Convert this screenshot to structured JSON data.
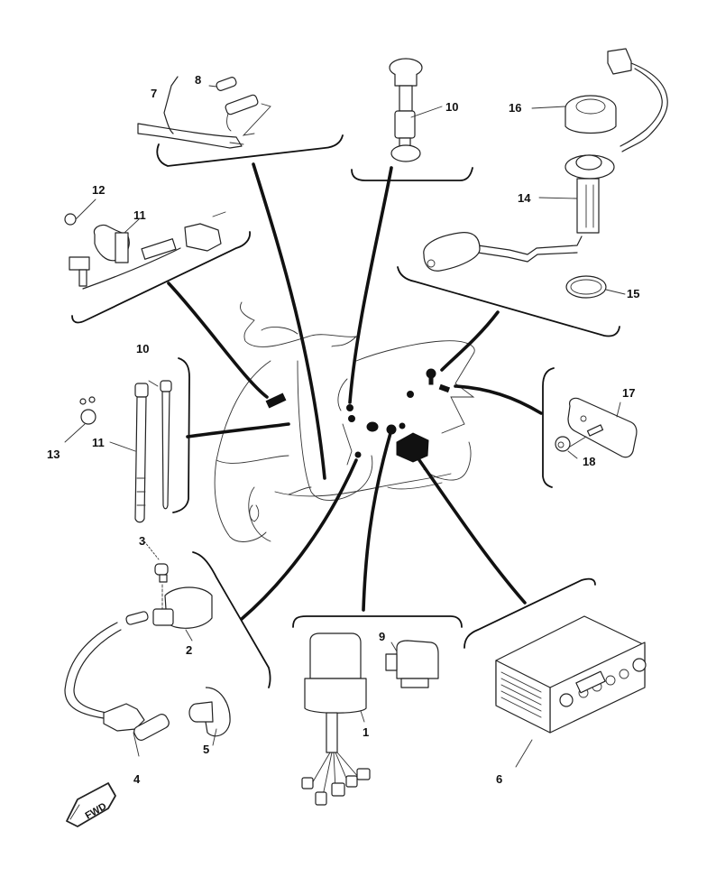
{
  "diagram": {
    "title": "Electrical parts exploded view (scooter)",
    "direction_badge": {
      "label": "FWD",
      "icon": "forward-arrow-icon"
    },
    "callouts": [
      {
        "id": "c1",
        "number": "1",
        "part": "relay-unit-with-harness"
      },
      {
        "id": "c2",
        "number": "2",
        "part": "ignition-coil"
      },
      {
        "id": "c3",
        "number": "3",
        "part": "bolt"
      },
      {
        "id": "c4",
        "number": "4",
        "part": "spark-plug-cap"
      },
      {
        "id": "c5",
        "number": "5",
        "part": "spark-plug-cover"
      },
      {
        "id": "c6",
        "number": "6",
        "part": "battery"
      },
      {
        "id": "c7",
        "number": "7",
        "part": "wire-harness"
      },
      {
        "id": "c8",
        "number": "8",
        "part": "connector-sleeve"
      },
      {
        "id": "c9",
        "number": "9",
        "part": "relay"
      },
      {
        "id": "c10a",
        "number": "10",
        "part": "fuel-sender-plug"
      },
      {
        "id": "c10b",
        "number": "10",
        "part": "cable-tie-small"
      },
      {
        "id": "c11a",
        "number": "11",
        "part": "sensor-bracket"
      },
      {
        "id": "c11b",
        "number": "11",
        "part": "cable-tie-large"
      },
      {
        "id": "c12",
        "number": "12",
        "part": "screw"
      },
      {
        "id": "c13",
        "number": "13",
        "part": "clamp"
      },
      {
        "id": "c14",
        "number": "14",
        "part": "fuel-level-sender"
      },
      {
        "id": "c15",
        "number": "15",
        "part": "o-ring"
      },
      {
        "id": "c16",
        "number": "16",
        "part": "retaining-nut"
      },
      {
        "id": "c17",
        "number": "17",
        "part": "reflector"
      },
      {
        "id": "c18",
        "number": "18",
        "part": "nut"
      }
    ]
  }
}
